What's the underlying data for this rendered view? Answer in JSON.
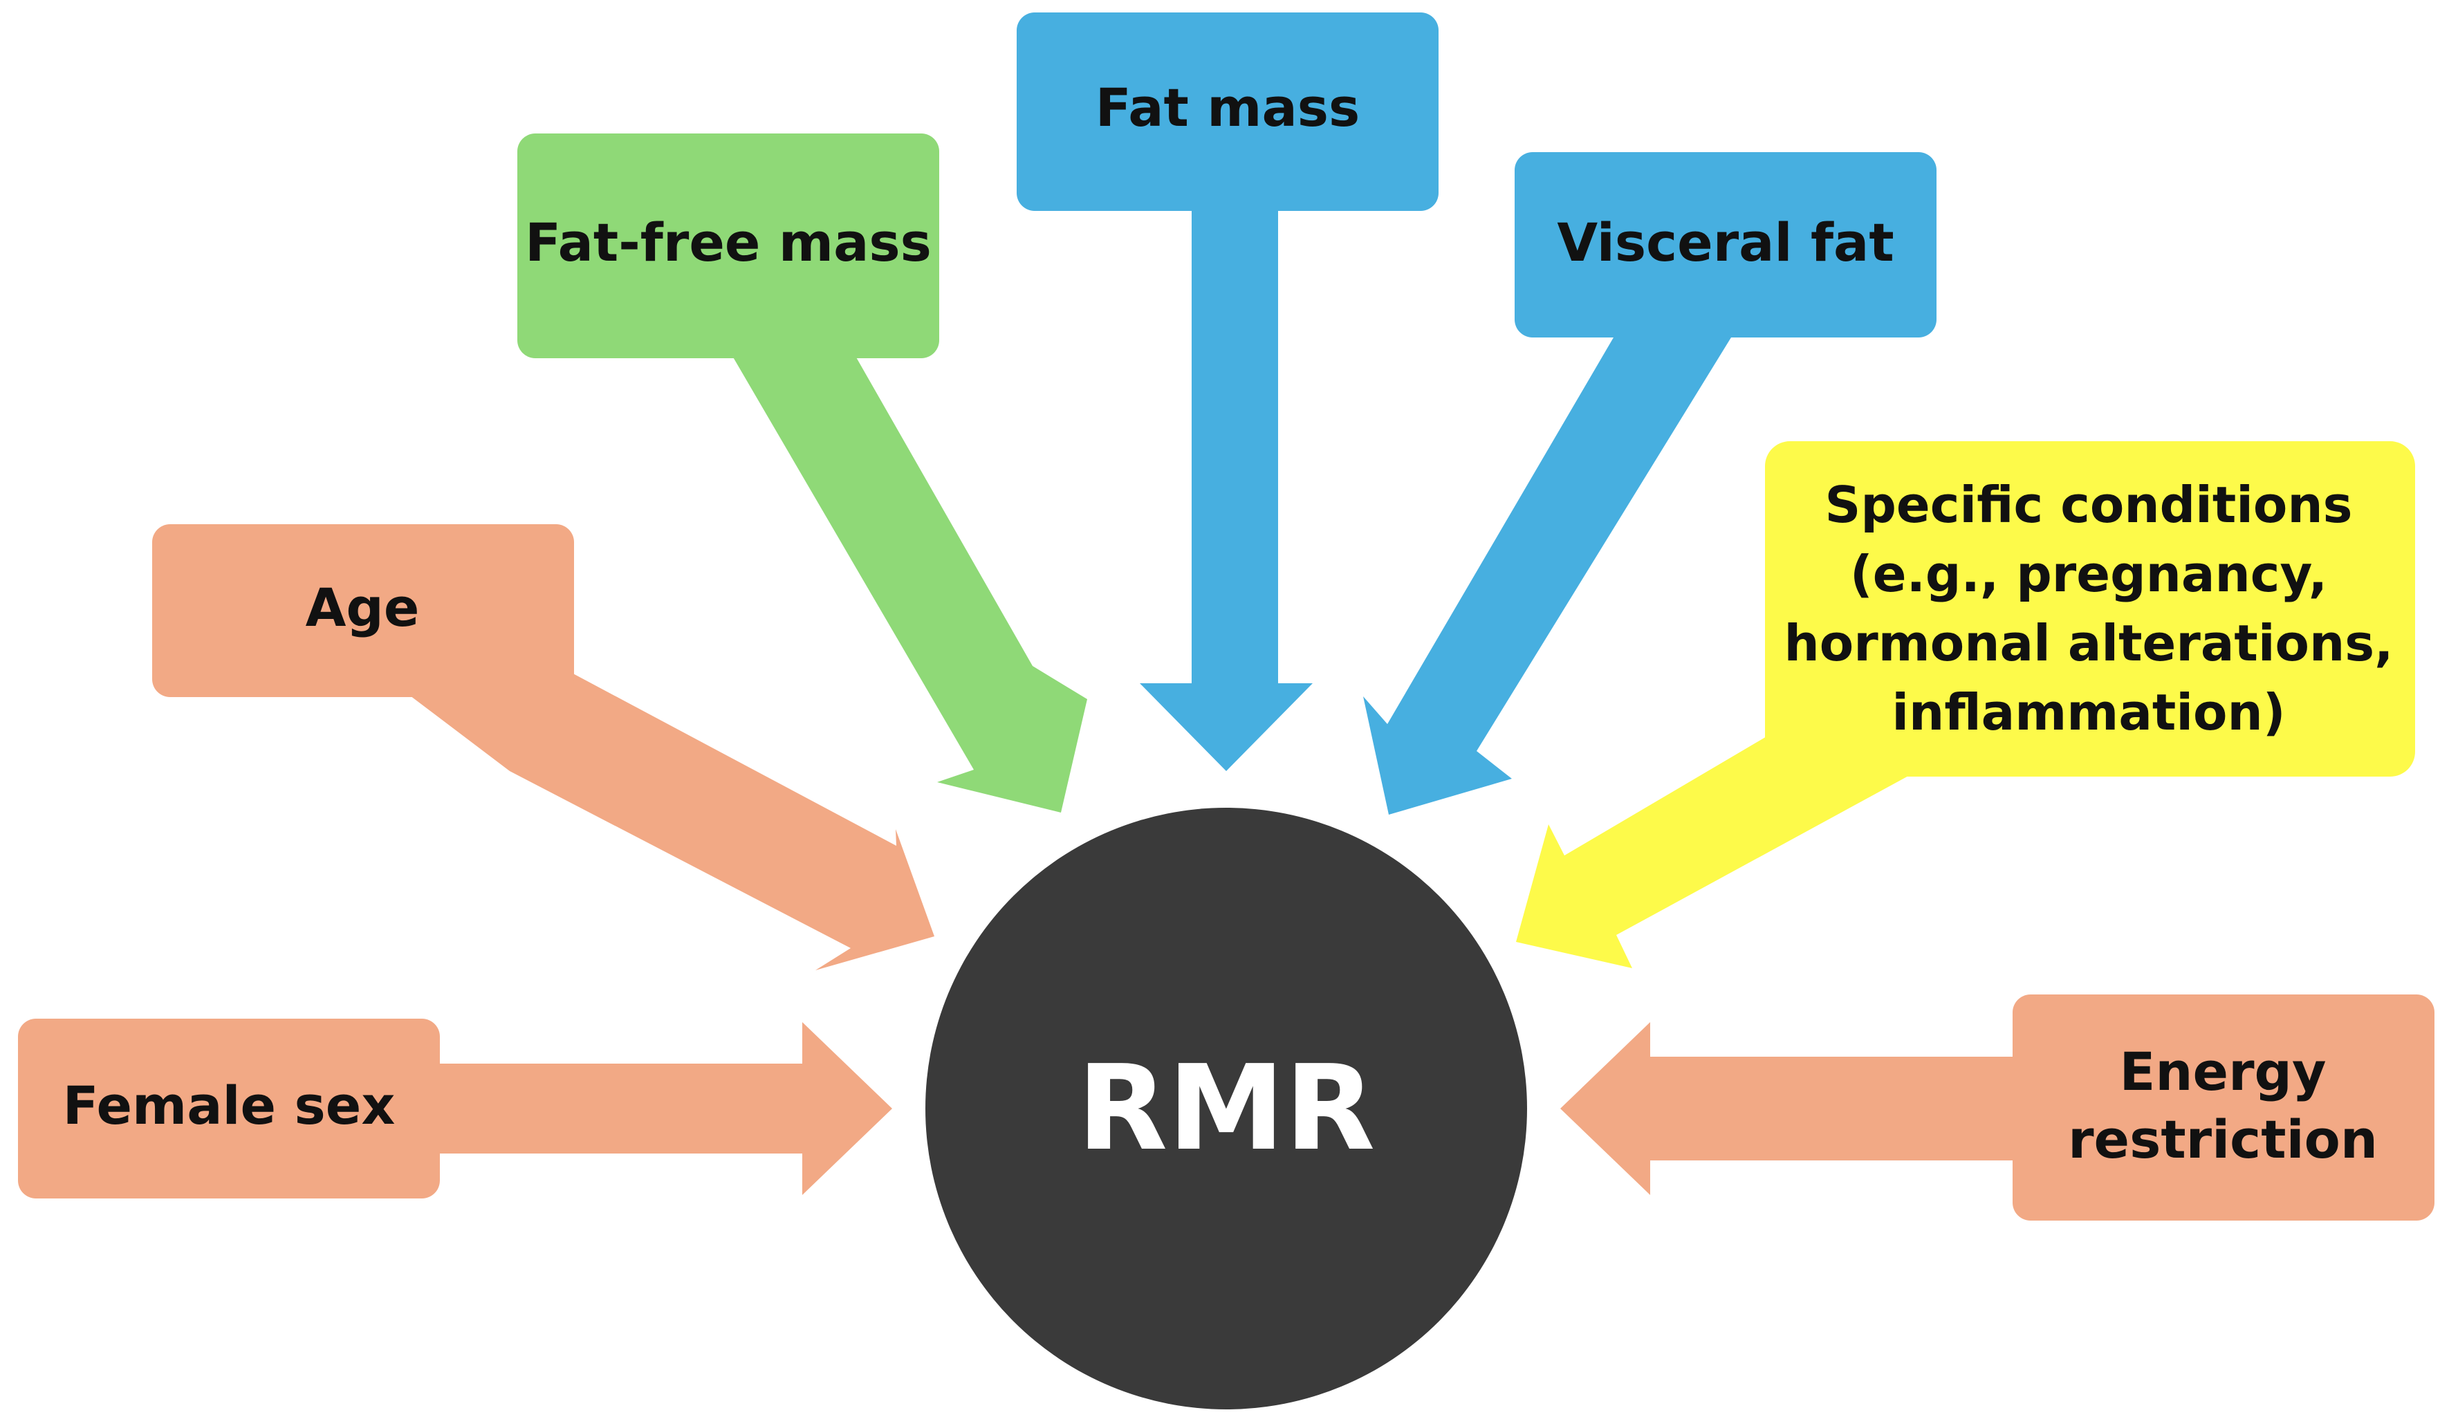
{
  "center": {
    "label": "RMR",
    "color": "#3a3a3a"
  },
  "colors": {
    "salmon": "#f2a985",
    "green": "#8fd977",
    "blue": "#47afe0",
    "yellow": "#fdfa4a"
  },
  "factors": {
    "fat_free_mass": {
      "lines": [
        "Fat-free mass"
      ]
    },
    "fat_mass": {
      "lines": [
        "Fat mass"
      ]
    },
    "visceral_fat": {
      "lines": [
        "Visceral fat"
      ]
    },
    "age": {
      "lines": [
        "Age"
      ]
    },
    "specific_conditions": {
      "lines": [
        "Specific conditions",
        "(e.g., pregnancy,",
        "hormonal alterations,",
        "inflammation)"
      ]
    },
    "female_sex": {
      "lines": [
        "Female sex"
      ]
    },
    "energy_restriction": {
      "lines": [
        "Energy",
        "restriction"
      ]
    }
  }
}
